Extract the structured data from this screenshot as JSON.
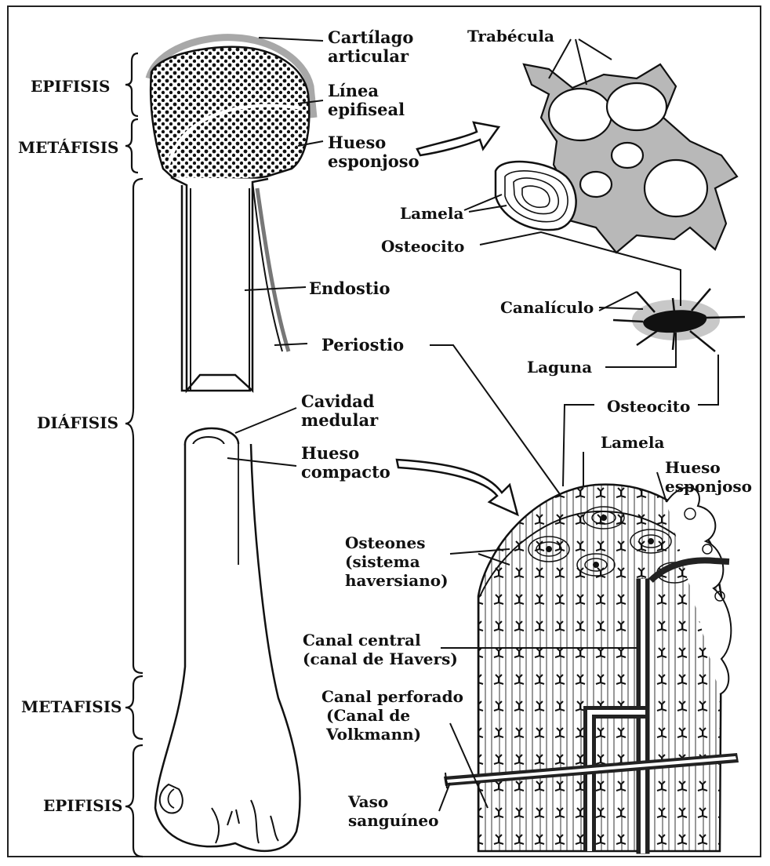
{
  "colors": {
    "ink": "#111111",
    "gray": "#9a9a9a",
    "light": "#cfcfcf",
    "dark": "#222222"
  },
  "zones": {
    "epifisis_top": "EPIFISIS",
    "metafisis_top": "METÁFISIS",
    "diafisis": "DIÁFISIS",
    "metafisis_bottom": "METAFISIS",
    "epifisis_bottom": "EPIFISIS"
  },
  "labels": {
    "cartilago": [
      "Cartílago",
      "articular"
    ],
    "linea": [
      "Línea",
      "epifiseal"
    ],
    "hueso_esponjoso": [
      "Hueso",
      "esponjoso"
    ],
    "endostio": "Endostio",
    "periostio": "Periostio",
    "cavidad": [
      "Cavidad",
      "medular"
    ],
    "hueso_compacto": [
      "Hueso",
      "compacto"
    ],
    "trabecula": "Trabécula",
    "lamela_top": "Lamela",
    "osteocito_top": "Osteocito",
    "canaliculo": "Canalículo",
    "laguna": "Laguna",
    "osteocito_mid": "Osteocito",
    "lamela_bottom": "Lamela",
    "hueso_esponjoso_r": [
      "Hueso",
      "esponjoso"
    ],
    "osteones": [
      "Osteones",
      "(sistema",
      "haversiano)"
    ],
    "canal_central": [
      "Canal central",
      "(canal de Havers)"
    ],
    "canal_perforado": [
      "Canal perforado",
      "(Canal de",
      "Volkmann)"
    ],
    "vaso": [
      "Vaso",
      "sanguíneo"
    ]
  }
}
